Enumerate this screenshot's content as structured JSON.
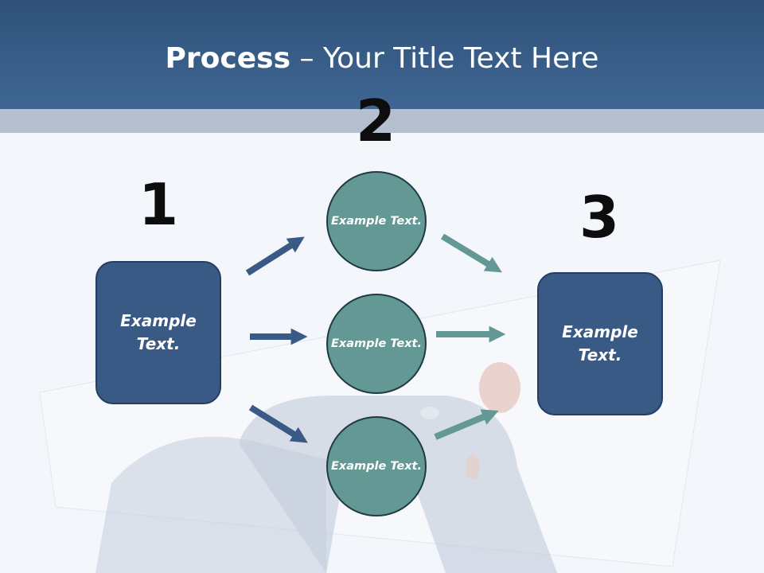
{
  "slide": {
    "title_bold": "Process",
    "title_rest": " – Your Title Text Here"
  },
  "steps": {
    "one": {
      "number": "1",
      "text": "Example Text."
    },
    "two": {
      "number": "2"
    },
    "three": {
      "number": "3",
      "text": "Example Text."
    }
  },
  "circles": [
    {
      "text": "Example Text."
    },
    {
      "text": "Example Text."
    },
    {
      "text": "Example Text."
    }
  ],
  "colors": {
    "header": "#3f6693",
    "box_fill": "#3a5a86",
    "circle_fill": "#649894",
    "arrow_blue": "#3a5a86",
    "arrow_teal": "#649894"
  }
}
